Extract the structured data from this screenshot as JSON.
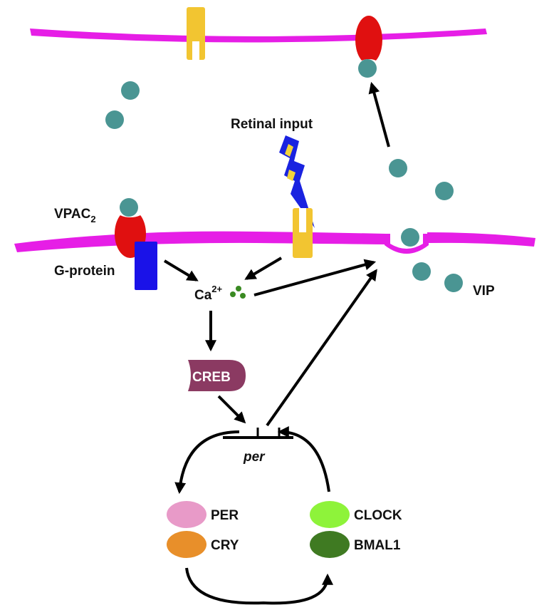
{
  "labels": {
    "retinal_input": "Retinal input",
    "vpac_main": "VPAC",
    "vpac_sub": "2",
    "g_protein": "G-protein",
    "calcium_main": "Ca",
    "calcium_sup": "2+",
    "vip": "VIP",
    "creb": "CREB",
    "per_gene": "per",
    "per": "PER",
    "cry": "CRY",
    "clock": "CLOCK",
    "bmal1": "BMAL1"
  },
  "colors": {
    "membrane": "#e61ee6",
    "vip_molecule": "#4a9593",
    "vpac2_receptor": "#e01010",
    "g_protein": "#1a12e8",
    "channel": "#f2c531",
    "calcium": "#3a8a22",
    "creb": "#8b3a62",
    "lightning_fill": "#1a23e0",
    "lightning_core": "#f2d33a",
    "per_protein": "#e89ac8",
    "cry_protein": "#e88f2a",
    "clock_protein": "#8ef33a",
    "bmal1_protein": "#3f7a22"
  }
}
